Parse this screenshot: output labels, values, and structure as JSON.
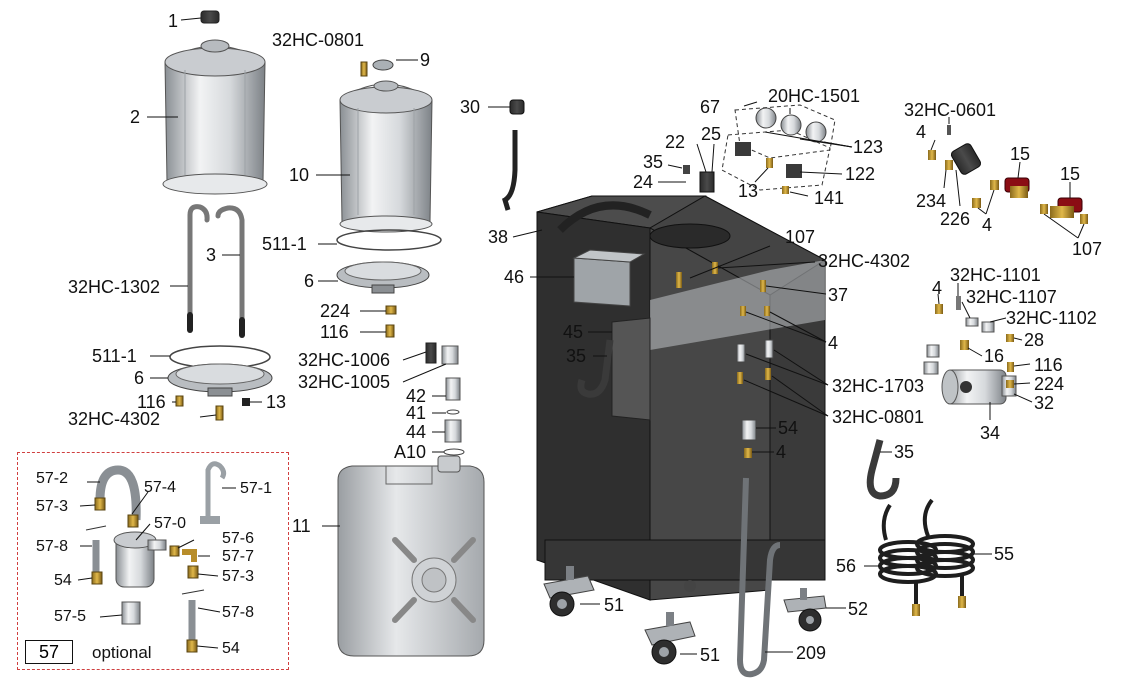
{
  "diagram": {
    "callouts": {
      "p1": "1",
      "p2": "2",
      "p3": "3",
      "p1302": "32HC-1302",
      "p511a": "511-1",
      "p6a": "6",
      "p116a": "116",
      "p4302a": "32HC-4302",
      "p13a": "13",
      "p0801a": "32HC-0801",
      "p9": "9",
      "p10": "10",
      "p511b": "511-1",
      "p6b": "6",
      "p224a": "224",
      "p116b": "116",
      "p1006": "32HC-1006",
      "p1005": "32HC-1005",
      "p42": "42",
      "p41": "41",
      "p44": "44",
      "pA10": "A10",
      "p11": "11",
      "p30": "30",
      "p38": "38",
      "p46": "46",
      "p45": "45",
      "p35a": "35",
      "p67": "67",
      "p1501": "20HC-1501",
      "p22": "22",
      "p25": "25",
      "p35b": "35",
      "p24": "24",
      "p13b": "13",
      "p123": "123",
      "p122": "122",
      "p141": "141",
      "p107a": "107",
      "p4302b": "32HC-4302",
      "p37": "37",
      "p4a": "4",
      "p1703": "32HC-1703",
      "p0801b": "32HC-0801",
      "p54a": "54",
      "p4b": "4",
      "p35c": "35",
      "p51a": "51",
      "p51b": "51",
      "p52": "52",
      "p209": "209",
      "p0601": "32HC-0601",
      "p4c": "4",
      "p15a": "15",
      "p15b": "15",
      "p234": "234",
      "p226": "226",
      "p4d": "4",
      "p107b": "107",
      "p1101": "32HC-1101",
      "p4e": "4",
      "p1107": "32HC-1107",
      "p1102": "32HC-1102",
      "p28": "28",
      "p16": "16",
      "p116c": "116",
      "p224b": "224",
      "p32": "32",
      "p34": "34",
      "p56": "56",
      "p55": "55"
    },
    "optional_kit": {
      "p572": "57-2",
      "p574": "57-4",
      "p571": "57-1",
      "p573a": "57-3",
      "p570": "57-0",
      "p578a": "57-8",
      "p576": "57-6",
      "p577": "57-7",
      "p54b": "54",
      "p573b": "57-3",
      "p575": "57-5",
      "p578b": "57-8",
      "p54c": "54",
      "kit_number": "57",
      "kit_note": "optional"
    }
  }
}
